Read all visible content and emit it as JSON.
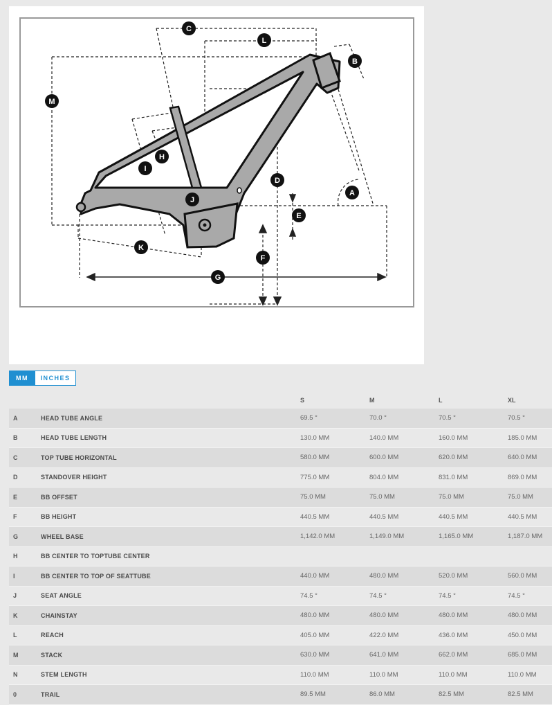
{
  "units": {
    "mm": "MM",
    "inches": "INCHES",
    "active": "mm"
  },
  "diagram": {
    "labels": [
      "A",
      "B",
      "C",
      "D",
      "E",
      "F",
      "G",
      "H",
      "I",
      "J",
      "K",
      "L",
      "M"
    ]
  },
  "table": {
    "columns": [
      "S",
      "M",
      "L",
      "XL"
    ],
    "rows": [
      {
        "key": "A",
        "name": "HEAD TUBE ANGLE",
        "s": "69.5 °",
        "m": "70.0 °",
        "l": "70.5 °",
        "xl": "70.5 °"
      },
      {
        "key": "B",
        "name": "HEAD TUBE LENGTH",
        "s": "130.0 MM",
        "m": "140.0 MM",
        "l": "160.0 MM",
        "xl": "185.0 MM"
      },
      {
        "key": "C",
        "name": "TOP TUBE HORIZONTAL",
        "s": "580.0 MM",
        "m": "600.0 MM",
        "l": "620.0 MM",
        "xl": "640.0 MM"
      },
      {
        "key": "D",
        "name": "STANDOVER HEIGHT",
        "s": "775.0 MM",
        "m": "804.0 MM",
        "l": "831.0 MM",
        "xl": "869.0 MM"
      },
      {
        "key": "E",
        "name": "BB OFFSET",
        "s": "75.0 MM",
        "m": "75.0 MM",
        "l": "75.0 MM",
        "xl": "75.0 MM"
      },
      {
        "key": "F",
        "name": "BB HEIGHT",
        "s": "440.5 MM",
        "m": "440.5 MM",
        "l": "440.5 MM",
        "xl": "440.5 MM"
      },
      {
        "key": "G",
        "name": "WHEEL BASE",
        "s": "1,142.0 MM",
        "m": "1,149.0 MM",
        "l": "1,165.0 MM",
        "xl": "1,187.0 MM"
      },
      {
        "key": "H",
        "name": "BB CENTER TO TOPTUBE CENTER",
        "s": "",
        "m": "",
        "l": "",
        "xl": ""
      },
      {
        "key": "I",
        "name": "BB CENTER TO TOP OF SEATTUBE",
        "s": "440.0 MM",
        "m": "480.0 MM",
        "l": "520.0 MM",
        "xl": "560.0 MM"
      },
      {
        "key": "J",
        "name": "SEAT ANGLE",
        "s": "74.5 °",
        "m": "74.5 °",
        "l": "74.5 °",
        "xl": "74.5 °"
      },
      {
        "key": "K",
        "name": "CHAINSTAY",
        "s": "480.0 MM",
        "m": "480.0 MM",
        "l": "480.0 MM",
        "xl": "480.0 MM"
      },
      {
        "key": "L",
        "name": "REACH",
        "s": "405.0 MM",
        "m": "422.0 MM",
        "l": "436.0 MM",
        "xl": "450.0 MM"
      },
      {
        "key": "M",
        "name": "STACK",
        "s": "630.0 MM",
        "m": "641.0 MM",
        "l": "662.0 MM",
        "xl": "685.0 MM"
      },
      {
        "key": "N",
        "name": "STEM LENGTH",
        "s": "110.0 MM",
        "m": "110.0 MM",
        "l": "110.0 MM",
        "xl": "110.0 MM"
      },
      {
        "key": "0",
        "name": "TRAIL",
        "s": "89.5 MM",
        "m": "86.0 MM",
        "l": "82.5 MM",
        "xl": "82.5 MM"
      }
    ]
  }
}
